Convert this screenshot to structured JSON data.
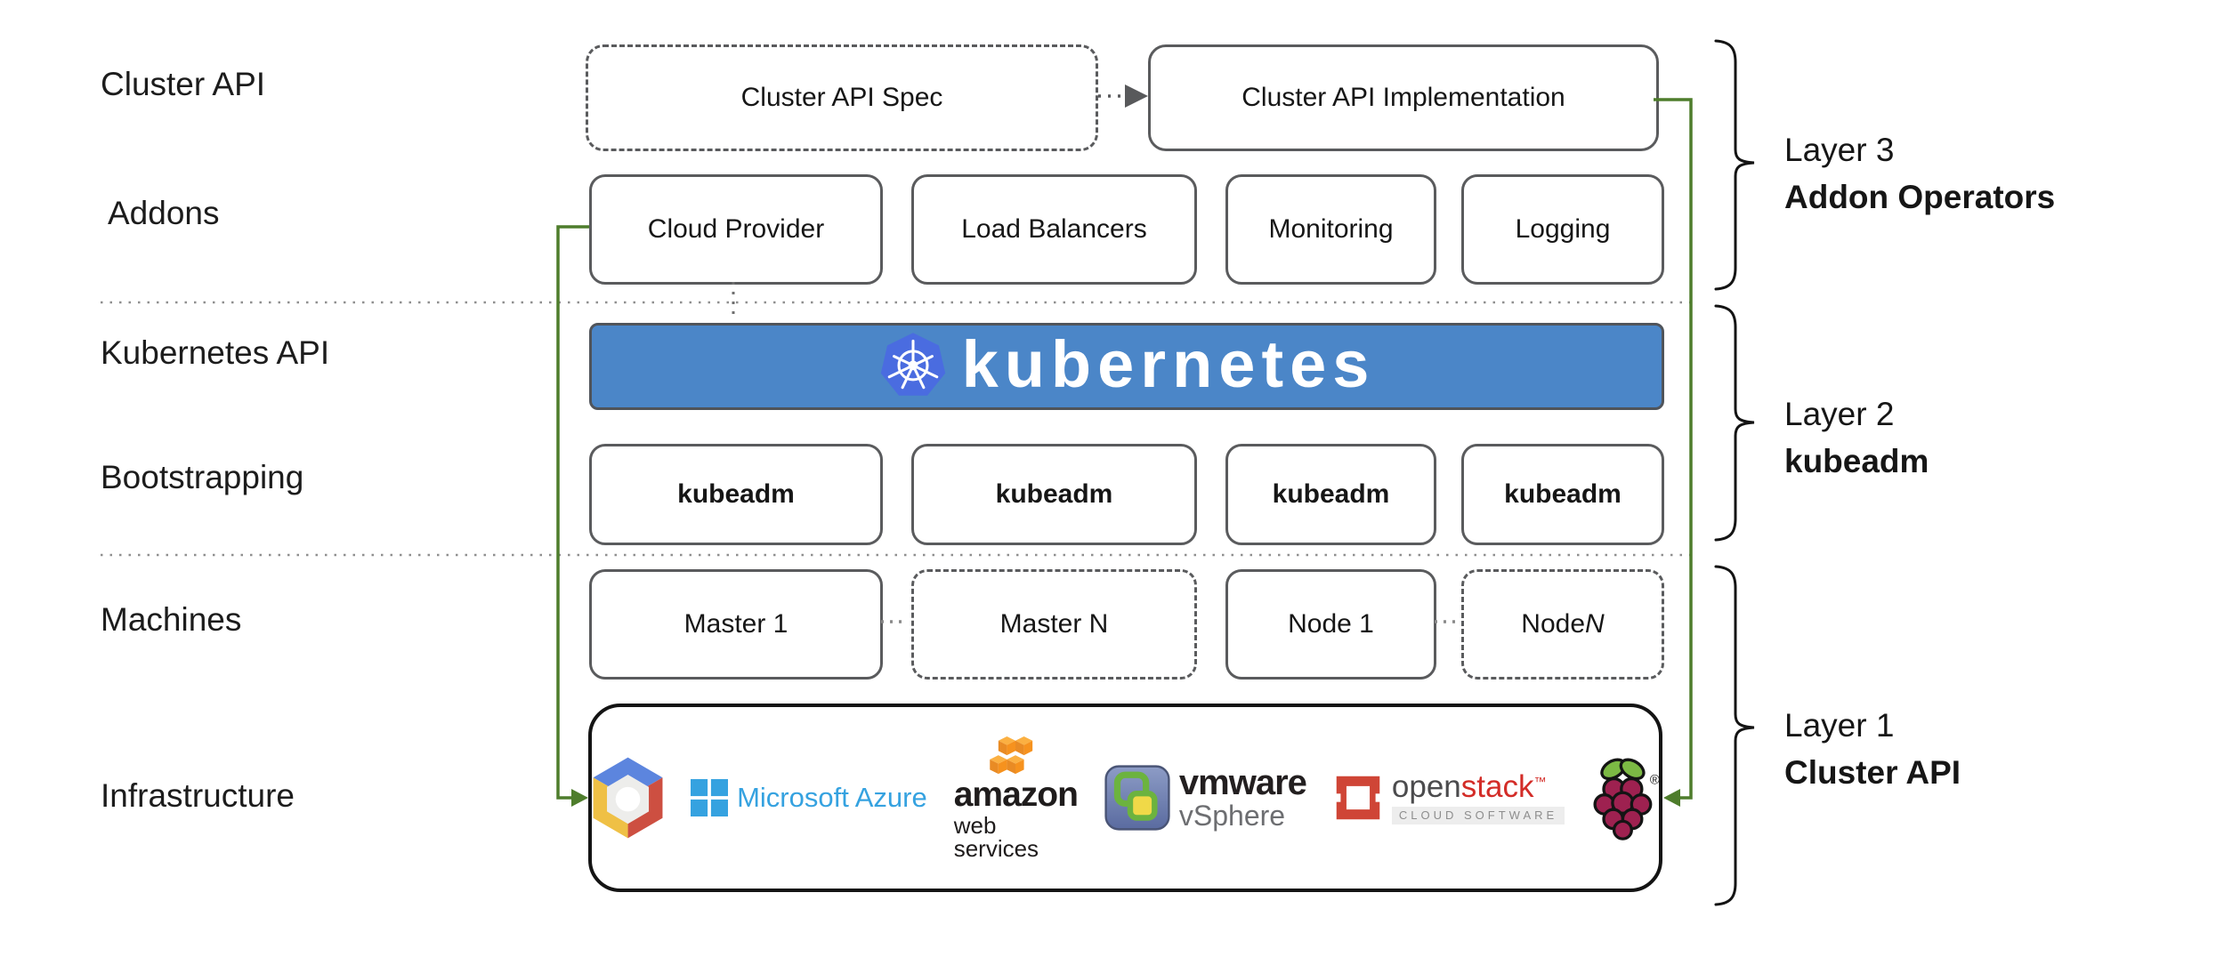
{
  "title": "Kubernetes Cluster API layered architecture diagram",
  "colors": {
    "banner_blue": "#4b86c8",
    "kubernetes_logo_blue": "#4a6ce0",
    "connector_green": "#4e7d2c",
    "box_border_gray": "#5a5b5d",
    "openstack_red": "#d32c27",
    "azure_blue": "#35a2e0"
  },
  "left_labels": {
    "cluster_api": "Cluster API",
    "addons": "Addons",
    "kubernetes_api": "Kubernetes API",
    "bootstrapping": "Bootstrapping",
    "machines": "Machines",
    "infrastructure": "Infrastructure"
  },
  "top_row": {
    "spec": "Cluster API Spec",
    "implementation": "Cluster API Implementation"
  },
  "addons_row": {
    "items": [
      {
        "label": "Cloud Provider"
      },
      {
        "label": "Load Balancers"
      },
      {
        "label": "Monitoring"
      },
      {
        "label": "Logging"
      }
    ]
  },
  "banner": {
    "wordmark": "kubernetes"
  },
  "bootstrap_row": {
    "items": [
      {
        "label": "kubeadm"
      },
      {
        "label": "kubeadm"
      },
      {
        "label": "kubeadm"
      },
      {
        "label": "kubeadm"
      }
    ]
  },
  "machines_row": {
    "items": [
      {
        "label": "Master 1"
      },
      {
        "label": "Master N"
      },
      {
        "label": "Node 1"
      },
      {
        "label": "Node ",
        "italic": "N"
      }
    ]
  },
  "infrastructure_box": {
    "azure": {
      "text": "Microsoft Azure"
    },
    "aws": {
      "line1": "amazon",
      "line2": "web services"
    },
    "vmware": {
      "name": "vmware",
      "product": "vSphere"
    },
    "openstack": {
      "part1": "open",
      "part2": "stack",
      "tm": "™",
      "subtitle": "CLOUD SOFTWARE"
    },
    "raspberry_pi": {
      "reg": "®"
    }
  },
  "layers": {
    "layer3": {
      "line1": "Layer 3",
      "line2": "Addon Operators"
    },
    "layer2": {
      "line1": "Layer 2",
      "line2": "kubeadm"
    },
    "layer1": {
      "line1": "Layer 1",
      "line2": "Cluster API"
    }
  }
}
